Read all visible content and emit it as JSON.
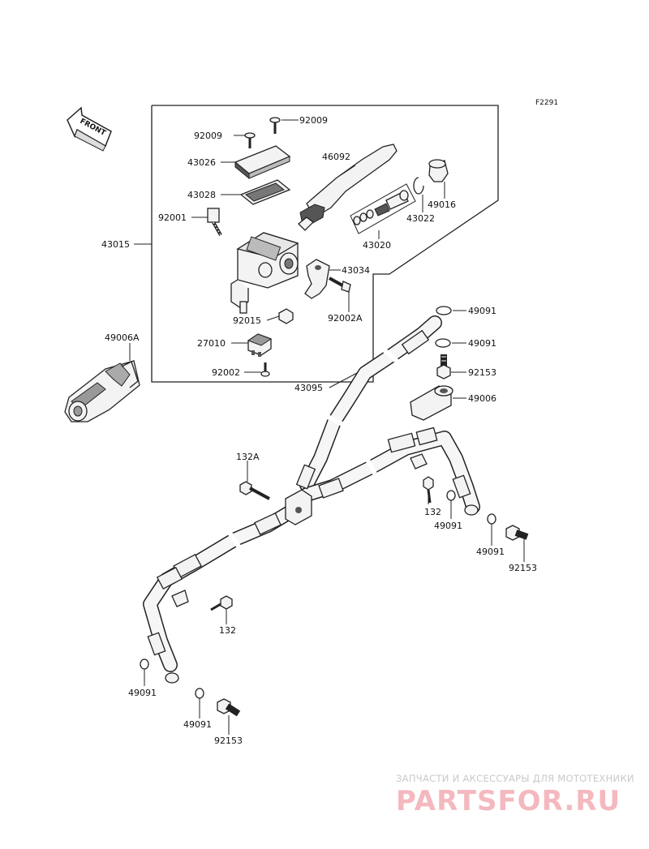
{
  "diagram": {
    "figure_code": "F2291",
    "front_label": "FRONT",
    "part_numbers": [
      "92009",
      "92009",
      "43026",
      "46092",
      "43028",
      "92001",
      "49016",
      "43022",
      "43020",
      "43015",
      "43034",
      "92002A",
      "92015",
      "49091",
      "49091",
      "92153",
      "49006A",
      "27010",
      "92002",
      "43095",
      "49006",
      "132A",
      "132",
      "49091",
      "49091",
      "92153",
      "132",
      "49091",
      "49091",
      "92153"
    ]
  },
  "watermark": {
    "line1": "ЗАПЧАСТИ И АКСЕССУАРЫ ДЛЯ МОТОТЕХНИКИ",
    "line2": "PARTSFOR.RU"
  }
}
